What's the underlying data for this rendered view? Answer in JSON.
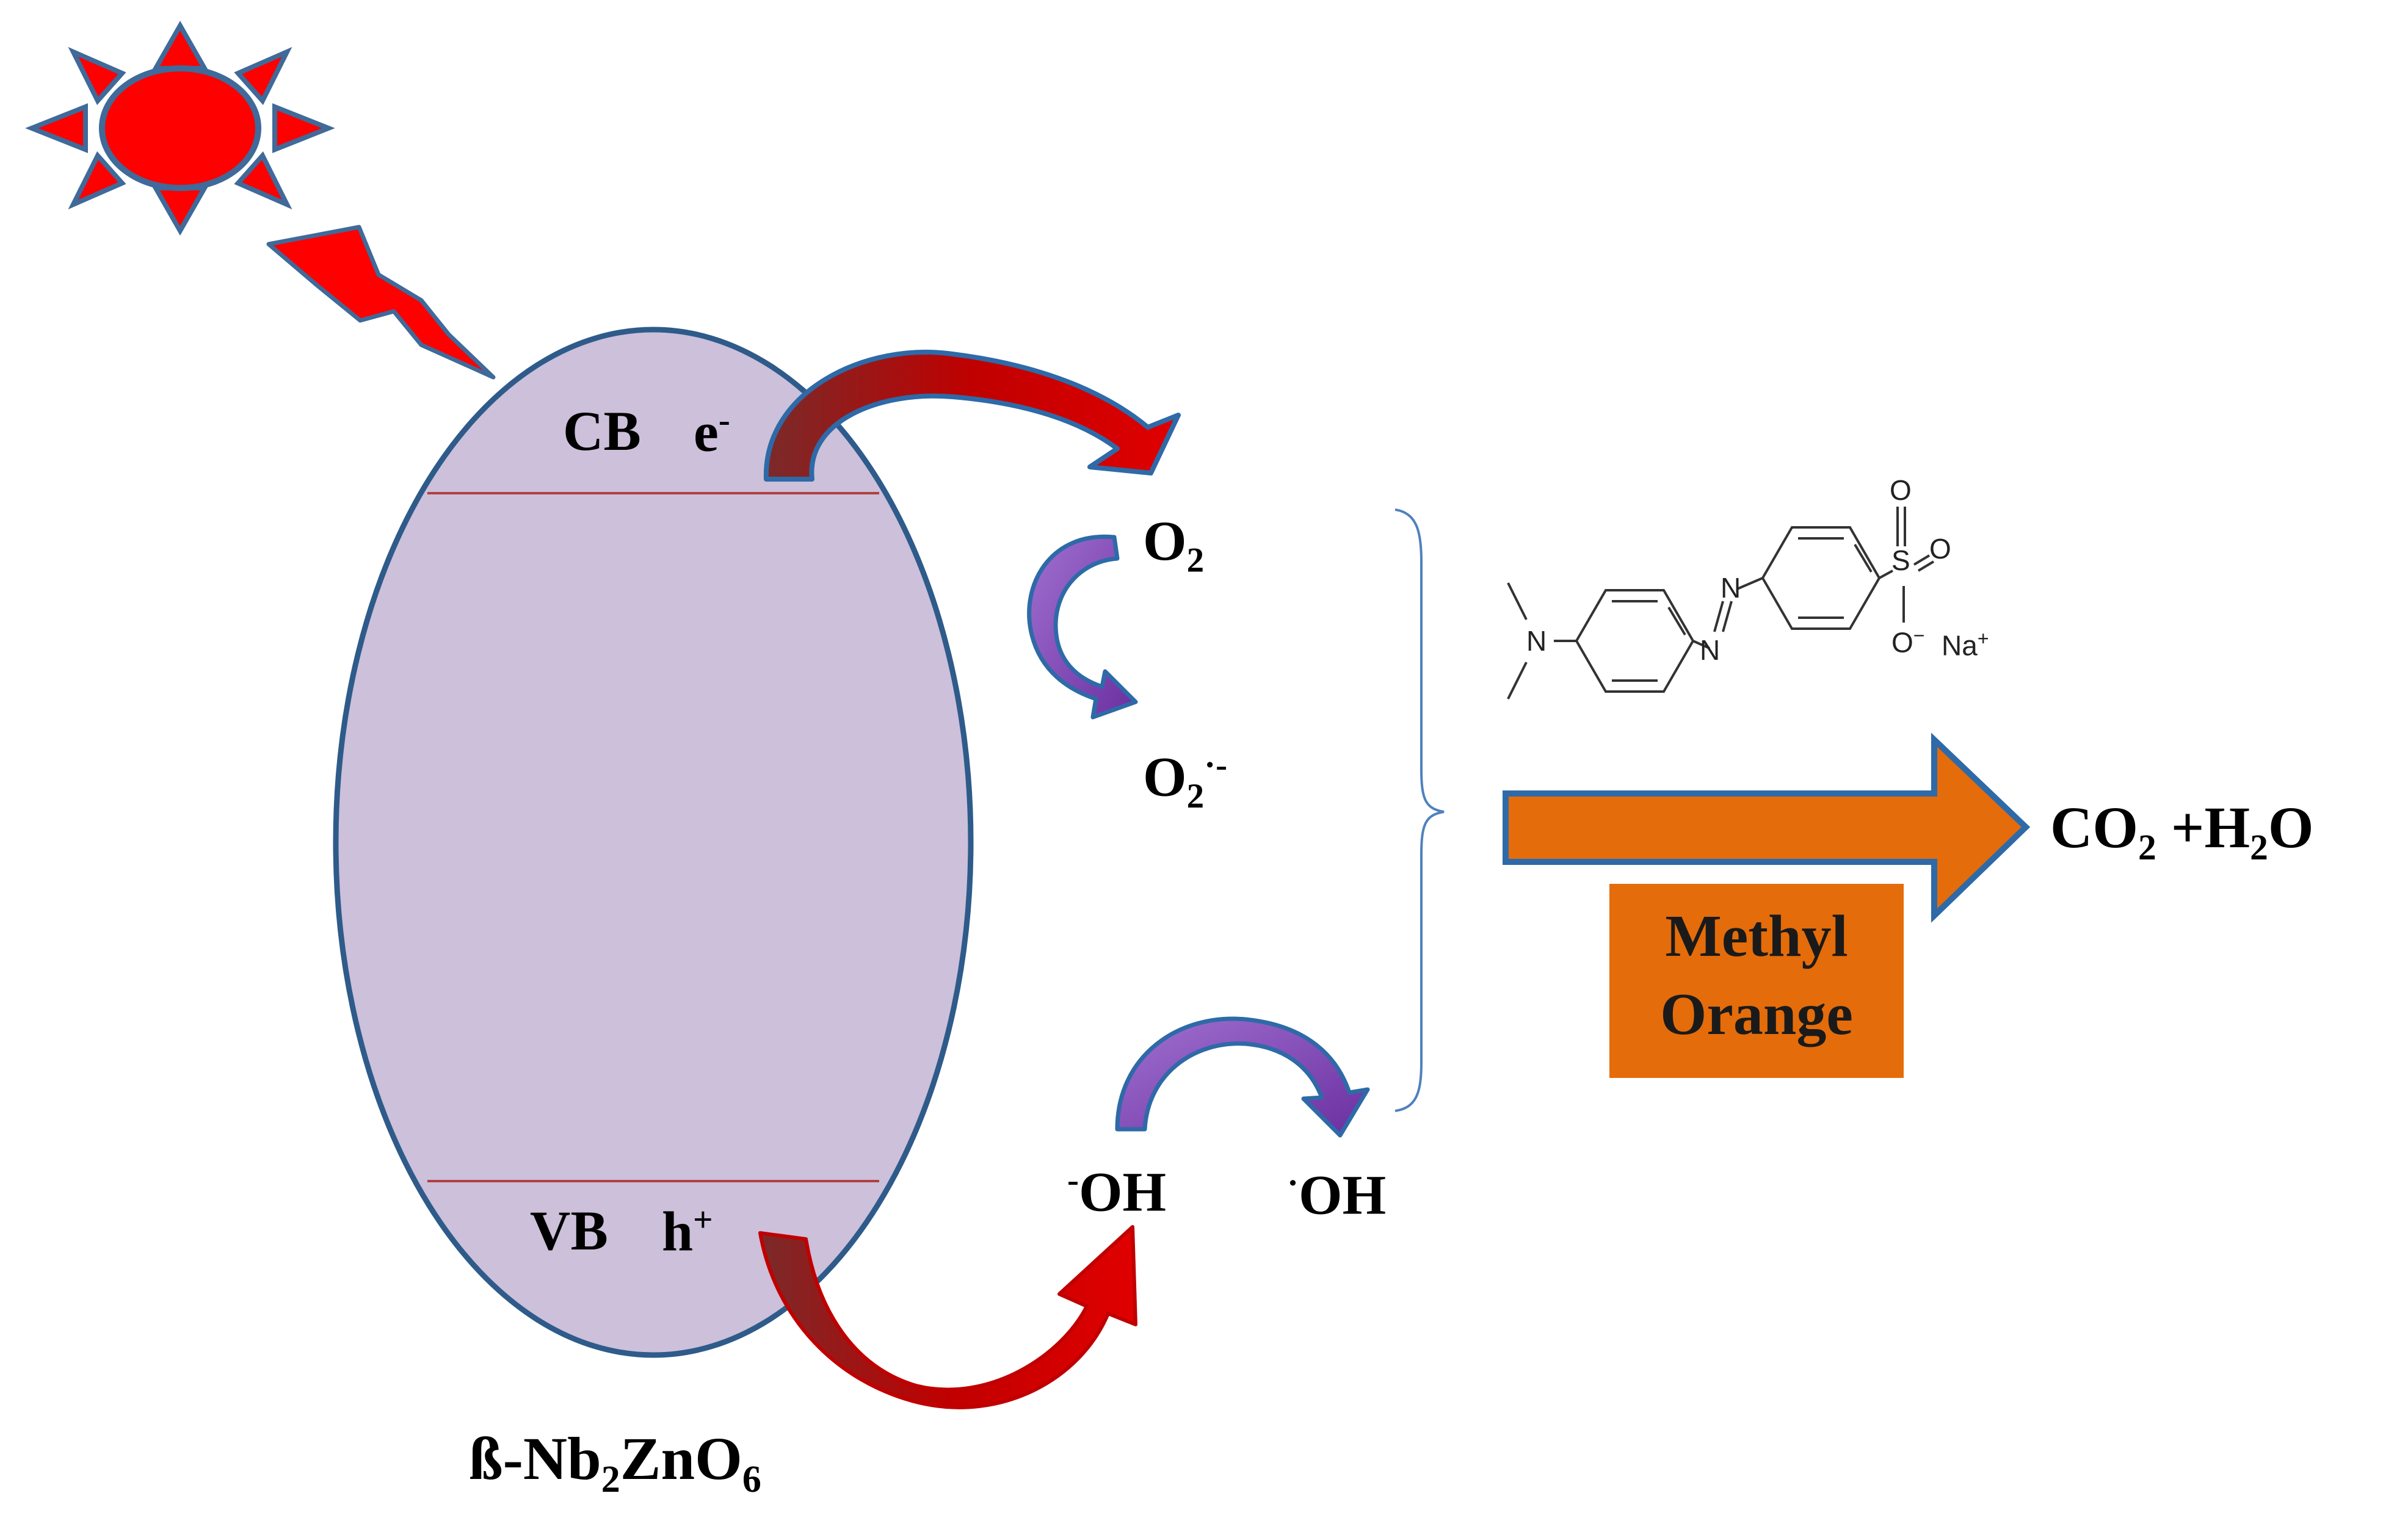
{
  "labels": {
    "cb": "CB",
    "cb_carrier": "e",
    "cb_carrier_charge": "-",
    "vb": "VB",
    "vb_carrier": "h",
    "vb_carrier_charge": "+",
    "o2": "O",
    "o2_sub": "2",
    "superoxide": "O",
    "superoxide_sub": "2",
    "superoxide_sup": "·-",
    "hydroxide_sup": "-",
    "hydroxide": "OH",
    "hydroxyl_radical_sup": "·",
    "hydroxyl_radical": "OH",
    "catalyst_prefix": "ß-Nb",
    "catalyst_sub1": "2",
    "catalyst_mid": "ZnO",
    "catalyst_sub2": "6",
    "products_co": "CO",
    "products_co_sub": "2",
    "products_plus_h": " +H",
    "products_h_sub": "2",
    "products_o": "O",
    "pollutant": "Methyl\nOrange"
  },
  "molecule": {
    "n1": "N",
    "n2": "N",
    "n3": "N",
    "s": "S",
    "o_top": "O",
    "o_right": "O",
    "o_minus": "O",
    "o_minus_charge": "−",
    "na": "Na",
    "na_charge": "+"
  },
  "colors": {
    "ellipse_fill": "#ccc0da",
    "ellipse_stroke": "#2e5b8a",
    "band_line": "#b04040",
    "sun_fill": "#ff0000",
    "sun_ray_stroke": "#3f6a9a",
    "red_arrow": "#c00000",
    "purple_arrow": "#7030a0",
    "orange_arrow": "#e46c0a",
    "arrow_outline": "#2e6aa8"
  },
  "icons": [
    "sun-icon",
    "lightning-bolt-icon"
  ]
}
